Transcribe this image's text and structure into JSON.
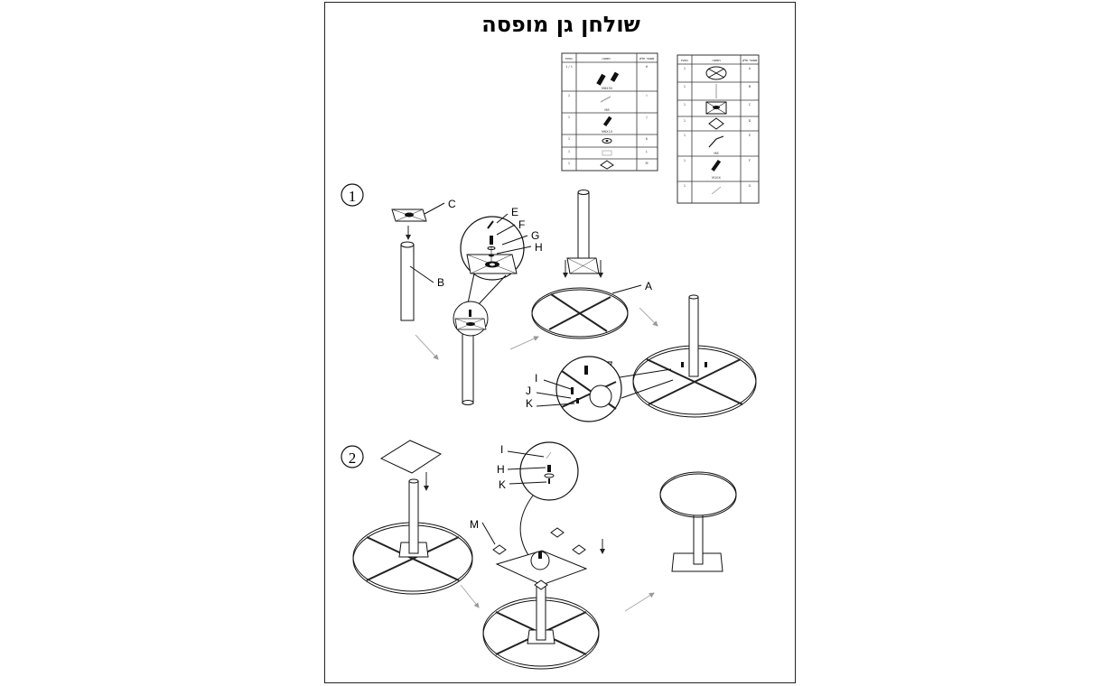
{
  "title": "שולחן גן מופסה",
  "steps": [
    "1",
    "2"
  ],
  "labels": {
    "A": "A",
    "B": "B",
    "C": "C",
    "E": "E",
    "F": "F",
    "G": "G",
    "H": "H",
    "I": "I",
    "J": "J",
    "K": "K",
    "M": "M"
  },
  "table_right": {
    "headers": [
      "כמות",
      "תמונה",
      "מספר חלק"
    ],
    "rows": [
      {
        "qty": "1",
        "code": "",
        "letter": "A"
      },
      {
        "qty": "1",
        "code": "",
        "letter": "B"
      },
      {
        "qty": "1",
        "code": "",
        "letter": "C"
      },
      {
        "qty": "1",
        "code": "",
        "letter": "D"
      },
      {
        "qty": "1",
        "code": "M8",
        "letter": "E"
      },
      {
        "qty": "1",
        "code": "M10X",
        "letter": "F"
      },
      {
        "qty": "1",
        "code": "",
        "letter": "G"
      }
    ]
  },
  "table_left": {
    "headers": [
      "כמות",
      "תמונה",
      "מספר חלק"
    ],
    "rows": [
      {
        "qty": "1 / 1",
        "code": "M6X50",
        "letter": "H"
      },
      {
        "qty": "1",
        "code": "M8",
        "letter": "I"
      },
      {
        "qty": "1",
        "code": "M6X10",
        "letter": "J"
      },
      {
        "qty": "1",
        "code": "",
        "letter": "K"
      },
      {
        "qty": "1",
        "code": "",
        "letter": "L"
      },
      {
        "qty": "1",
        "code": "",
        "letter": "M"
      }
    ]
  }
}
